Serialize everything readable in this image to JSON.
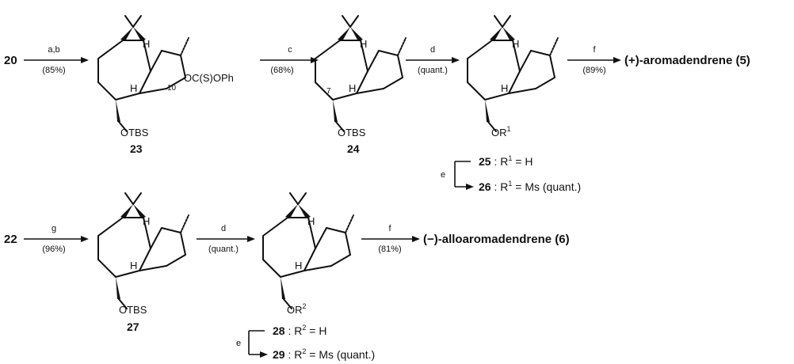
{
  "row1": {
    "start_compound": "20",
    "arrow1": {
      "reagents": "a,b",
      "yield": "(85%)"
    },
    "mol23": {
      "number": "23",
      "substituent": "OTBS",
      "c10_label": "10",
      "c10_group": "OC(S)OPh",
      "h_top": "H",
      "h_bottom": "H"
    },
    "arrow2": {
      "reagents": "c",
      "yield": "(68%)"
    },
    "mol24": {
      "number": "24",
      "substituent": "OTBS",
      "c7_label": "7",
      "h_top": "H",
      "h_bottom": "H"
    },
    "arrow3": {
      "reagents": "d",
      "yield": "(quant.)"
    },
    "mol25": {
      "substituent": "OR",
      "sup": "1",
      "h_top": "H",
      "h_bottom": "H"
    },
    "arrow4": {
      "reagents": "f",
      "yield": "(89%)"
    },
    "product": "(+)-aromadendrene (5)",
    "branch": {
      "reagent": "e",
      "line1_num": "25",
      "line1_text": " : R",
      "line1_sup": "1",
      "line1_rest": " = H",
      "line2_num": "26",
      "line2_text": " : R",
      "line2_sup": "1",
      "line2_rest": " = Ms (quant.)"
    }
  },
  "row2": {
    "start_compound": "22",
    "arrow1": {
      "reagents": "g",
      "yield": "(96%)"
    },
    "mol27": {
      "number": "27",
      "substituent": "OTBS",
      "h_top": "H",
      "h_bottom": "H"
    },
    "arrow2": {
      "reagents": "d",
      "yield": "(quant.)"
    },
    "mol28": {
      "substituent": "OR",
      "sup": "2",
      "h_top": "H",
      "h_bottom": "H"
    },
    "arrow3": {
      "reagents": "f",
      "yield": "(81%)"
    },
    "product": "(−)-alloaromadendrene (6)",
    "branch": {
      "reagent": "e",
      "line1_num": "28",
      "line1_text": " : R",
      "line1_sup": "2",
      "line1_rest": " = H",
      "line2_num": "29",
      "line2_text": " : R",
      "line2_sup": "2",
      "line2_rest": " = Ms (quant.)"
    }
  }
}
